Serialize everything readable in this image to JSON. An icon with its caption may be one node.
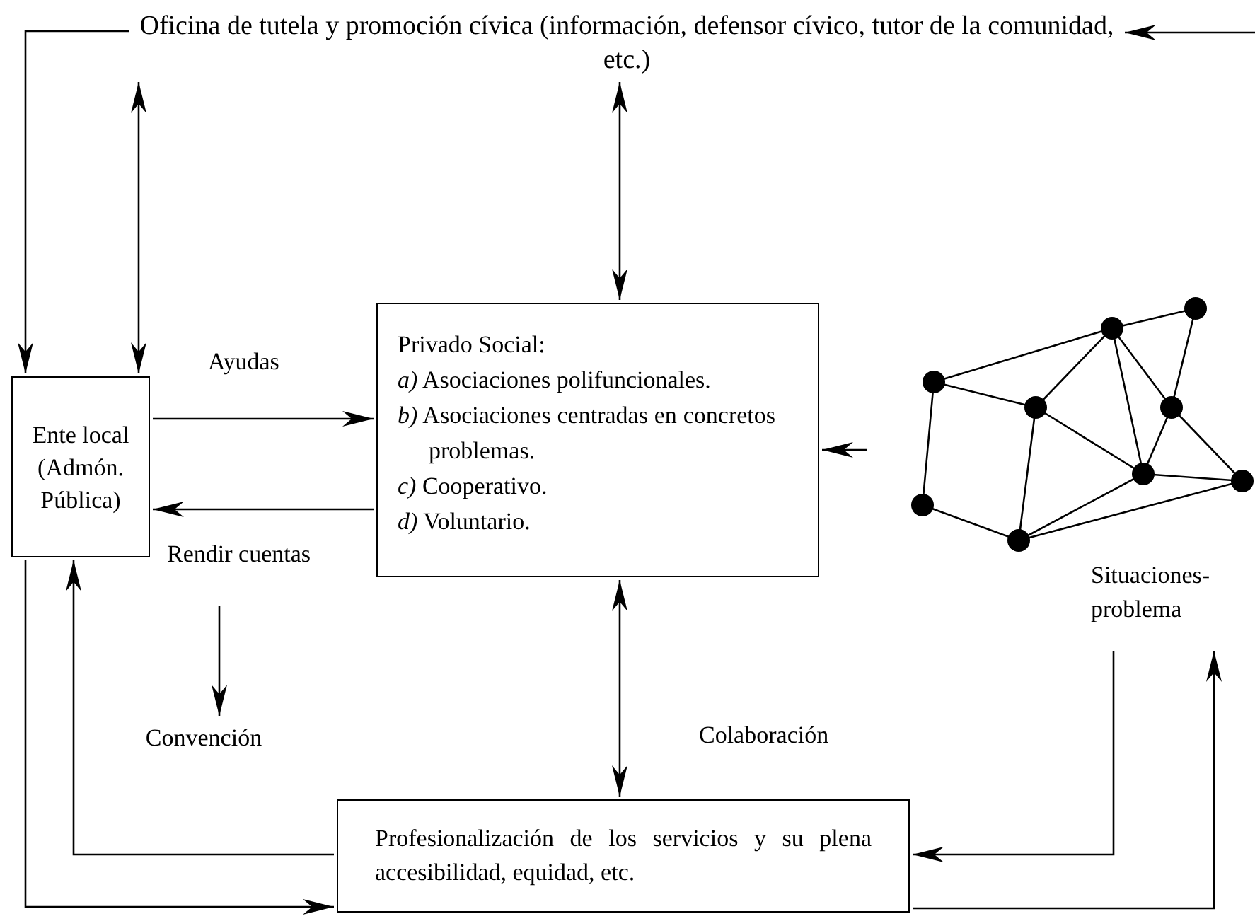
{
  "diagram": {
    "nodes": [
      {
        "text": [
          "Oficina de tutela y promoción cívica (información, defensor cívico, tutor de la comunidad, etc.)"
        ]
      },
      {
        "text": [
          "Ente local (Admón. Pública)"
        ]
      },
      {
        "text": [
          "Privado Social:",
          "*a)* Asociaciones polifuncionales.",
          "*b)* Asociaciones centradas en concretos problemas.",
          "*c)* Cooperativo.",
          "*d)* Voluntario."
        ]
      },
      {
        "text": [
          "Situaciones-problema"
        ]
      },
      {
        "text": [
          "Profesionalización de los servicios y su plena accesibilidad, equidad, etc."
        ]
      },
      {
        "text": [
          "Convención"
        ]
      }
    ],
    "edges": [
      {
        "from": 0,
        "to": 1,
        "arrow": "to"
      },
      {
        "from": 0,
        "to": 1,
        "arrow": "both"
      },
      {
        "from": 0,
        "to": 2,
        "arrow": "both"
      },
      {
        "from": null,
        "to": 0,
        "arrow": "to"
      },
      {
        "from": 1,
        "to": 2,
        "arrow": "to",
        "label": "Ayudas"
      },
      {
        "from": 2,
        "to": 1,
        "arrow": "to",
        "label": "Rendir cuentas"
      },
      {
        "from": 3,
        "to": 2,
        "arrow": "to"
      },
      {
        "from": null,
        "to": 5,
        "arrow": "to"
      },
      {
        "from": 2,
        "to": 4,
        "arrow": "both",
        "label": "Colaboración"
      },
      {
        "from": 4,
        "to": 1,
        "arrow": "to"
      },
      {
        "from": 1,
        "to": 4,
        "arrow": "to"
      },
      {
        "from": 3,
        "to": 4,
        "arrow": "to"
      },
      {
        "from": 4,
        "to": 3,
        "arrow": "to"
      }
    ]
  }
}
